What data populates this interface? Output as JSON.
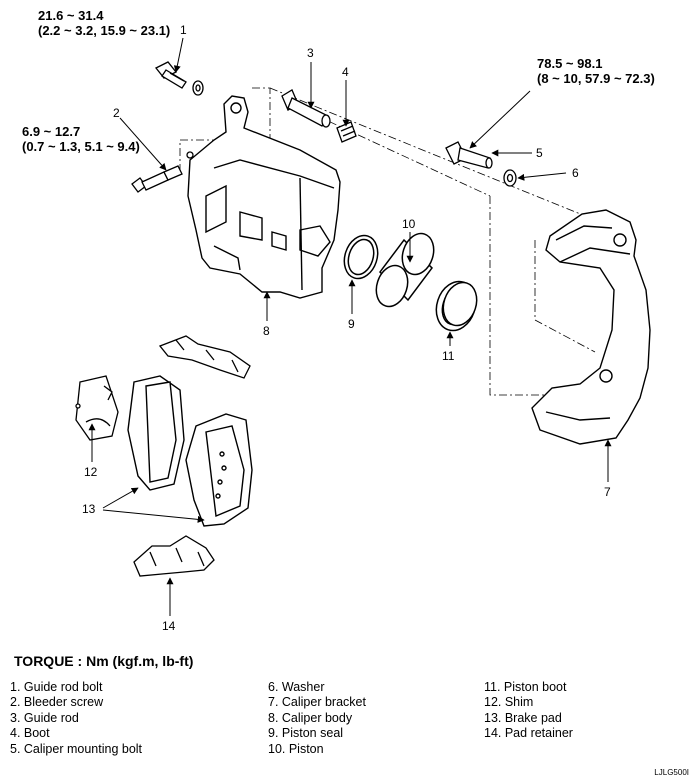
{
  "torque_specs": {
    "guide_rod_bolt": {
      "line1": "21.6 ~ 31.4",
      "line2": "(2.2 ~ 3.2, 15.9 ~ 23.1)"
    },
    "bleeder_screw": {
      "line1": "6.9 ~ 12.7",
      "line2": "(0.7 ~ 1.3, 5.1 ~ 9.4)"
    },
    "caliper_mounting_bolt": {
      "line1": "78.5 ~ 98.1",
      "line2": "(8 ~ 10, 57.9 ~ 72.3)"
    }
  },
  "callouts": [
    "1",
    "2",
    "3",
    "4",
    "5",
    "6",
    "7",
    "8",
    "9",
    "10",
    "11",
    "12",
    "13",
    "14"
  ],
  "title": "TORQUE : Nm (kgf.m, lb-ft)",
  "legend": {
    "col1": [
      "1. Guide rod bolt",
      "2. Bleeder screw",
      "3. Guide rod",
      "4. Boot",
      "5. Caliper mounting bolt"
    ],
    "col2": [
      "6. Washer",
      "7. Caliper bracket",
      "8. Caliper body",
      "9. Piston seal",
      "10. Piston"
    ],
    "col3": [
      "11. Piston boot",
      "12. Shim",
      "13. Brake pad",
      "14. Pad retainer"
    ]
  },
  "ref_code": "LJLG500I"
}
